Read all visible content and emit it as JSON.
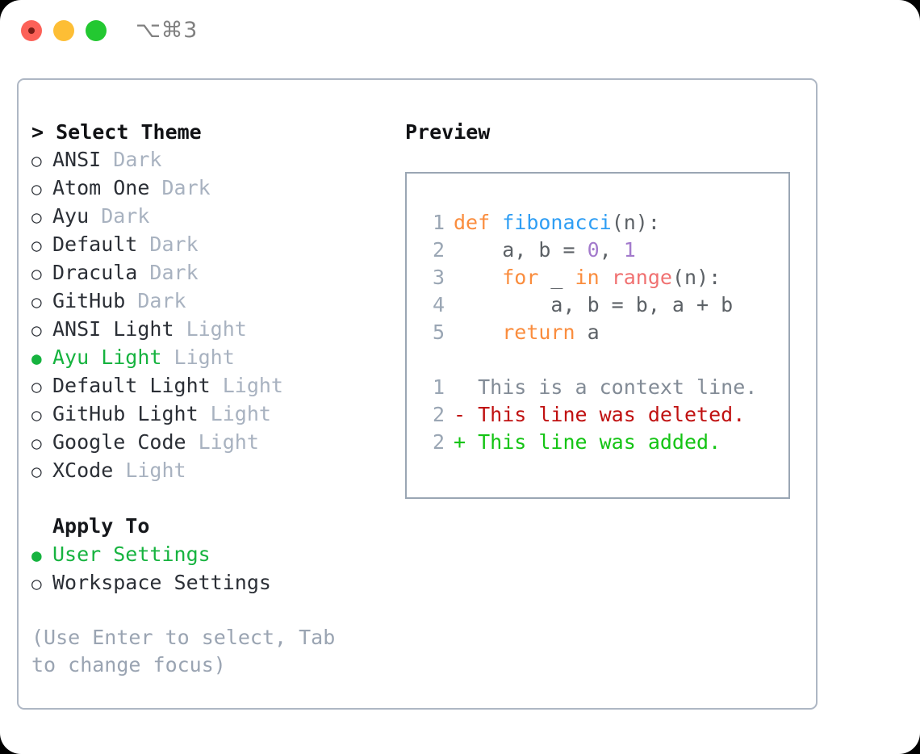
{
  "titlebar": {
    "shortcut": "⌥⌘3",
    "buttons": [
      {
        "name": "close",
        "color": "#fc6158"
      },
      {
        "name": "minimize",
        "color": "#fdbe35"
      },
      {
        "name": "maximize",
        "color": "#23c831"
      }
    ]
  },
  "theme_panel": {
    "header": "> Select Theme",
    "selected_bullet": "●",
    "unselected_bullet": "○",
    "items": [
      {
        "name": "ANSI",
        "tag": "Dark",
        "selected": false
      },
      {
        "name": "Atom One",
        "tag": "Dark",
        "selected": false
      },
      {
        "name": "Ayu",
        "tag": "Dark",
        "selected": false
      },
      {
        "name": "Default",
        "tag": "Dark",
        "selected": false
      },
      {
        "name": "Dracula",
        "tag": "Dark",
        "selected": false
      },
      {
        "name": "GitHub",
        "tag": "Dark",
        "selected": false
      },
      {
        "name": "ANSI Light",
        "tag": "Light",
        "selected": false
      },
      {
        "name": "Ayu Light",
        "tag": "Light",
        "selected": true
      },
      {
        "name": "Default Light",
        "tag": "Light",
        "selected": false
      },
      {
        "name": "GitHub Light",
        "tag": "Light",
        "selected": false
      },
      {
        "name": "Google Code",
        "tag": "Light",
        "selected": false
      },
      {
        "name": "XCode",
        "tag": "Light",
        "selected": false
      }
    ]
  },
  "apply_to": {
    "header": "Apply To",
    "items": [
      {
        "name": "User Settings",
        "selected": true
      },
      {
        "name": "Workspace Settings",
        "selected": false
      }
    ]
  },
  "hint": "(Use Enter to select, Tab to change focus)",
  "preview": {
    "header": "Preview",
    "code_lines": [
      {
        "ln": "1",
        "tokens": [
          {
            "t": "def ",
            "c": "kw"
          },
          {
            "t": "fibonacci",
            "c": "fn"
          },
          {
            "t": "(n):",
            "c": "pl"
          }
        ]
      },
      {
        "ln": "2",
        "tokens": [
          {
            "t": "    a, b = ",
            "c": "pl"
          },
          {
            "t": "0",
            "c": "num"
          },
          {
            "t": ", ",
            "c": "pl"
          },
          {
            "t": "1",
            "c": "num"
          }
        ]
      },
      {
        "ln": "3",
        "tokens": [
          {
            "t": "    ",
            "c": "pl"
          },
          {
            "t": "for",
            "c": "kw"
          },
          {
            "t": " _ ",
            "c": "pl"
          },
          {
            "t": "in",
            "c": "kw"
          },
          {
            "t": " ",
            "c": "pl"
          },
          {
            "t": "range",
            "c": "call"
          },
          {
            "t": "(n):",
            "c": "pl"
          }
        ]
      },
      {
        "ln": "4",
        "tokens": [
          {
            "t": "        a, b = b, a + b",
            "c": "pl"
          }
        ]
      },
      {
        "ln": "5",
        "tokens": [
          {
            "t": "    ",
            "c": "pl"
          },
          {
            "t": "return",
            "c": "kw"
          },
          {
            "t": " a",
            "c": "pl"
          }
        ]
      }
    ],
    "diff_lines": [
      {
        "ln": "1",
        "marker": " ",
        "text": " This is a context line.",
        "kind": "ctx"
      },
      {
        "ln": "2",
        "marker": "-",
        "text": " This line was deleted.",
        "kind": "del"
      },
      {
        "ln": "2",
        "marker": "+",
        "text": " This line was added.",
        "kind": "add"
      }
    ]
  },
  "colors": {
    "accent_green": "#16b33f",
    "muted": "#a8b2c0",
    "border": "#aeb7c4",
    "keyword": "#fa8d3e",
    "function": "#2f9ef4",
    "number": "#a37acc",
    "call": "#f07171",
    "plain": "#5c6166",
    "diff_removed": "#c01111",
    "diff_added": "#14c414"
  }
}
